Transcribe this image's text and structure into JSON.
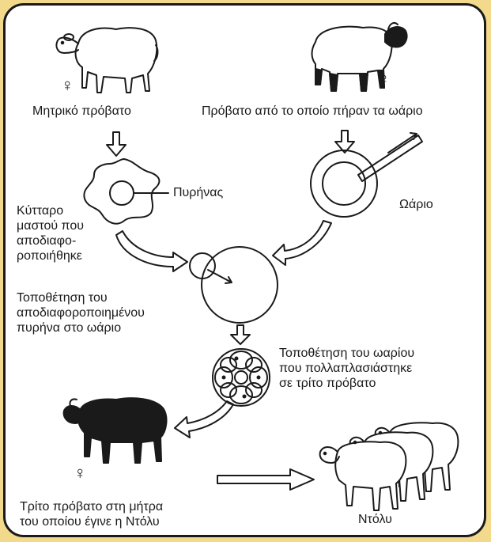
{
  "labels": {
    "mother_sheep": "Μητρικό πρόβατο",
    "egg_donor": "Πρόβατο από το οποίο πήραν τα ωάριο",
    "nucleus": "Πυρήνας",
    "mammary_cell": [
      "Κύτταρο",
      "μαστού που",
      "αποδιαφο-",
      "ροποιήθηκε"
    ],
    "egg": "Ωάριο",
    "nucleus_transfer": [
      "Τοποθέτηση του",
      "αποδιαφοροποιημένου",
      "πυρήνα στο ωάριο"
    ],
    "embryo_transfer": [
      "Τοποθέτηση του ωαρίου",
      "που πολλαπλασιάστηκε",
      "σε τρίτο πρόβατο"
    ],
    "surrogate": [
      "Τρίτο πρόβατο στη μήτρα",
      "του οποίου έγινε η Ντόλυ"
    ],
    "dolly": "Ντόλυ"
  },
  "symbols": {
    "female": "♀"
  },
  "colors": {
    "border": "#f3d98b",
    "ink": "#1a1a1a",
    "frame": "#ffffff"
  }
}
